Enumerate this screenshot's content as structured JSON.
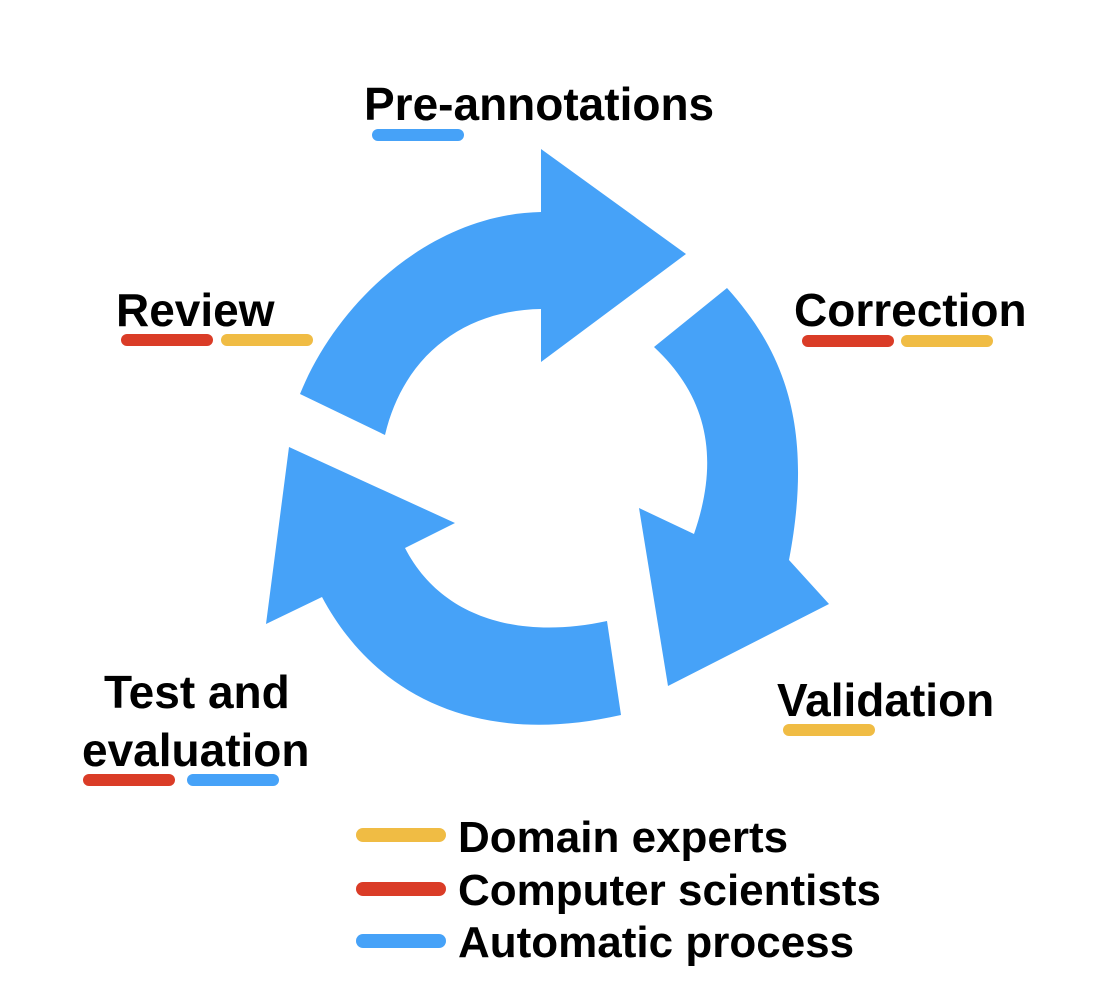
{
  "colors": {
    "domain_experts": "#F0BC44",
    "computer_scientists": "#DA3C27",
    "automatic_process": "#46A2F8",
    "arrow": "#46A2F8",
    "text": "#000000",
    "background": "#FFFFFF"
  },
  "stages": {
    "pre_annotations": {
      "label": "Pre-annotations",
      "roles": [
        "automatic_process"
      ]
    },
    "correction": {
      "label": "Correction",
      "roles": [
        "computer_scientists",
        "domain_experts"
      ]
    },
    "validation": {
      "label": "Validation",
      "roles": [
        "domain_experts"
      ]
    },
    "test_and_evaluation": {
      "label_line1": "Test and",
      "label_line2": "evaluation",
      "roles": [
        "computer_scientists",
        "automatic_process"
      ]
    },
    "review": {
      "label": "Review",
      "roles": [
        "computer_scientists",
        "domain_experts"
      ]
    }
  },
  "legend": [
    {
      "label": "Domain experts",
      "color_key": "domain_experts"
    },
    {
      "label": "Computer scientists",
      "color_key": "computer_scientists"
    },
    {
      "label": "Automatic process",
      "color_key": "automatic_process"
    }
  ]
}
